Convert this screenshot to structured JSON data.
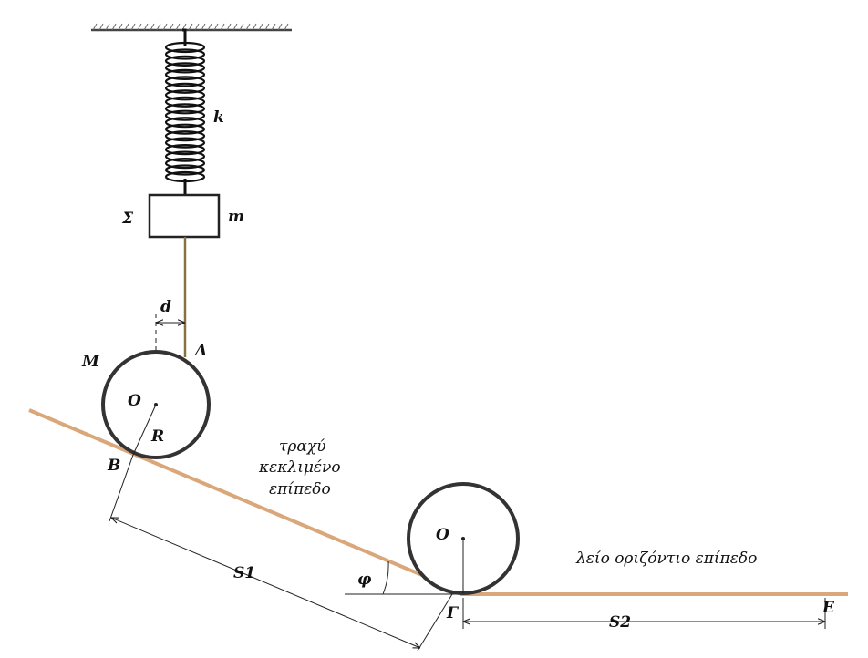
{
  "labels": {
    "spring_constant": "k",
    "block": "Σ",
    "mass": "m",
    "offset": "d",
    "string_point": "Δ",
    "cylinder_mass": "M",
    "center_top": "O",
    "radius": "R",
    "contact_incline": "B",
    "incline_text_1": "τραχύ",
    "incline_text_2": "κεκλιμένο",
    "incline_text_3": "επίπεδο",
    "distance_1": "S1",
    "angle": "φ",
    "center_bottom": "O",
    "contact_bottom": "Γ",
    "horizontal_text": "λείο οριζόντιο επίπεδο",
    "distance_2": "S2",
    "end_point": "E"
  },
  "colors": {
    "surface": "#d9a77a",
    "string": "#8a7040",
    "ink": "#222222"
  }
}
